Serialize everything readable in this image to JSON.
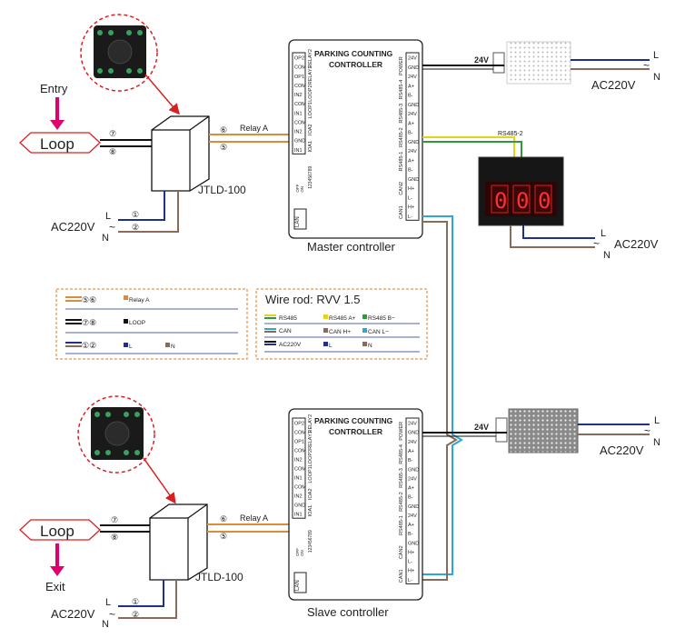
{
  "colors": {
    "orange": "#d98c3a",
    "black": "#111111",
    "blue": "#1f2f8a",
    "brown": "#8a6a58",
    "yellow": "#e6d21a",
    "green": "#2e9a3a",
    "cyan": "#2aa8d8",
    "red": "#d92020",
    "magenta": "#e0006e",
    "dash": "#e07a20"
  },
  "top": {
    "entry_label": "Entry",
    "loop_label": "Loop",
    "detector_label": "JTLD-100",
    "relay_label": "Relay A",
    "ac_label": "AC220V",
    "L": "L",
    "N": "N",
    "pin_7": "⑦",
    "pin_8": "⑧",
    "pin_6": "⑥",
    "pin_5": "⑤",
    "pin_1": "①",
    "pin_2": "②",
    "controller_title_1": "PARKING COUNTING",
    "controller_title_2": "CONTROLLER",
    "controller_caption": "Master controller",
    "psu_voltage": "24V",
    "psu_ac": "AC220V",
    "rs485_label": "RS485-2",
    "display_digits": [
      "0",
      "0",
      "0"
    ],
    "display_ac": "AC220V",
    "tilde": "~"
  },
  "bottom": {
    "exit_label": "Exit",
    "loop_label": "Loop",
    "detector_label": "JTLD-100",
    "relay_label": "Relay A",
    "ac_label": "AC220V",
    "L": "L",
    "N": "N",
    "pin_7": "⑦",
    "pin_8": "⑧",
    "pin_6": "⑥",
    "pin_5": "⑤",
    "pin_1": "①",
    "pin_2": "②",
    "controller_title_1": "PARKING COUNTING",
    "controller_title_2": "CONTROLLER",
    "controller_caption": "Slave controller",
    "psu_voltage": "24V",
    "psu_ac": "AC220V",
    "tilde": "~"
  },
  "controller_terminals": {
    "left": [
      "OP2",
      "COM",
      "OP1",
      "COM",
      "IN2",
      "COM",
      "IN1",
      "COM",
      "IN2",
      "GND",
      "IN1"
    ],
    "right": [
      "24V",
      "GND",
      "24V",
      "A+",
      "B-",
      "GND",
      "24V",
      "A+",
      "B-",
      "GND",
      "24V",
      "A+",
      "B-",
      "GND",
      "H+",
      "L-",
      "H+",
      "L-"
    ],
    "vertical_left": [
      "RELAY2",
      "RELAY1",
      "LOOP2",
      "LOOP1",
      "IOA2",
      "IOA1"
    ],
    "vertical_right": [
      "POWER",
      "RS485-4",
      "RS485-3",
      "RS485-2",
      "RS485-1",
      "CAN2",
      "CAN1"
    ],
    "dip_label": "123456789",
    "dip_on": "ON",
    "dip_off": "OFF",
    "lan": "LAN"
  },
  "legend_left": {
    "rows": [
      {
        "pins": "⑤⑥",
        "text": "Relay A"
      },
      {
        "pins": "⑦⑧",
        "text": "LOOP"
      },
      {
        "pins": "①②",
        "text_l": "L",
        "text_n": "N"
      }
    ]
  },
  "legend_right": {
    "title": "Wire rod:  RVV 1.5",
    "rs485": "RS485",
    "a_plus": "RS485 A+",
    "b_minus": "RS485 B−",
    "can": "CAN",
    "h_plus": "CAN H+",
    "l_minus": "CAN L−",
    "ac": "AC220V",
    "l": "L",
    "n": "N"
  }
}
